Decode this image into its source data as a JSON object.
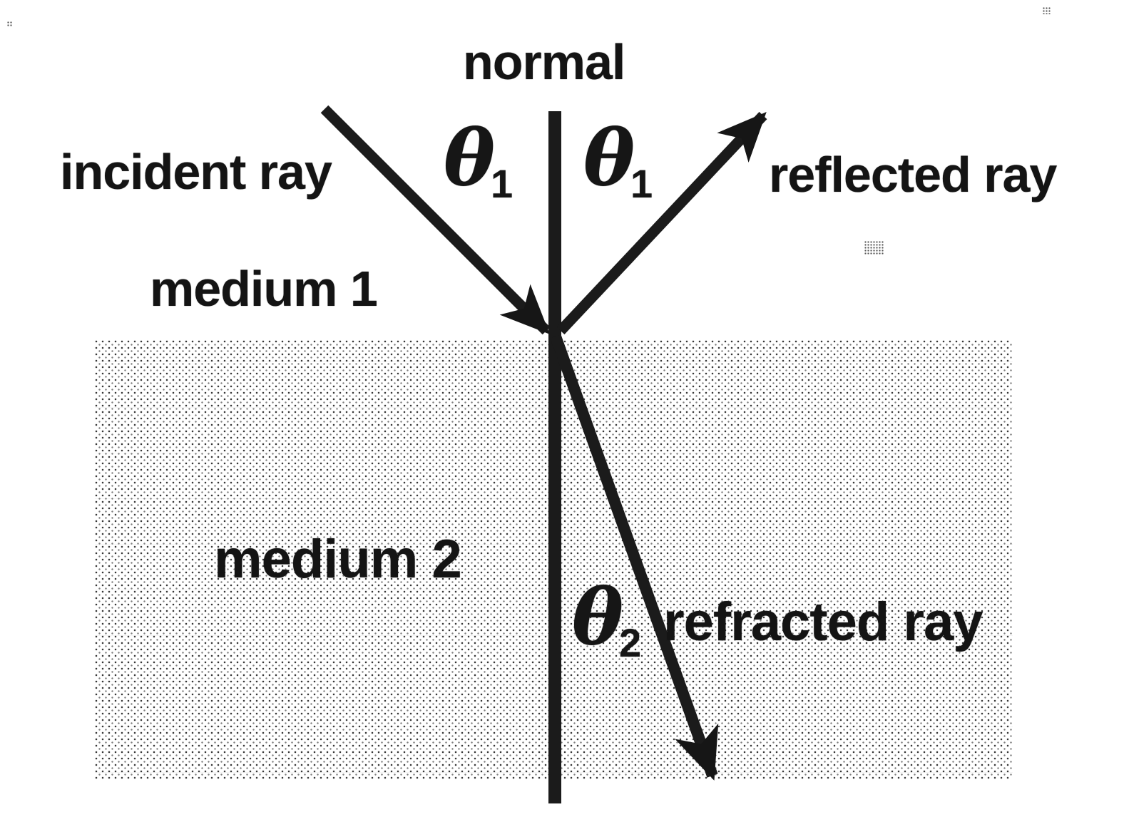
{
  "figure": {
    "type": "ray-optics-interface-diagram",
    "labels": {
      "normal": "normal",
      "incident_ray": "incident ray",
      "medium1": "medium 1",
      "reflected_ray": "reflected ray",
      "medium2": "medium 2",
      "refracted_ray": "refracted ray"
    },
    "angles": {
      "incident": {
        "symbol": "θ",
        "sub": "1"
      },
      "reflected": {
        "symbol": "θ",
        "sub": "1"
      },
      "refracted": {
        "symbol": "θ",
        "sub": "2"
      }
    },
    "colors": {
      "ink": "#141414",
      "paper": "#ffffff",
      "medium2_stipple_gray": "#c9c9c9"
    }
  }
}
